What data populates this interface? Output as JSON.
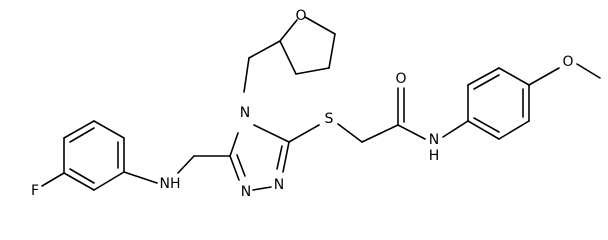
{
  "atoms": {
    "F": "F",
    "NH_amine": "NH",
    "N4": "N",
    "N_ring_1": "N",
    "N_ring_2": "N",
    "S": "S",
    "O_carbonyl": "O",
    "NH_amide": "N",
    "H_amide": "H",
    "O_thf": "O",
    "O_methoxy": "O"
  },
  "colors": {
    "bond": "#000000",
    "text": "#000000",
    "background": "#ffffff"
  }
}
